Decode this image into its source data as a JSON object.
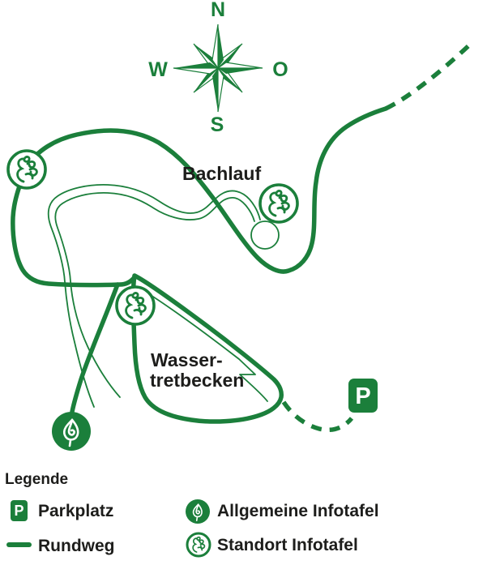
{
  "map": {
    "compass": {
      "north": "N",
      "east": "O",
      "south": "S",
      "west": "W"
    },
    "labels": {
      "stream": "Bachlauf",
      "basin_line1": "Wasser-",
      "basin_line2": "tretbecken"
    },
    "parking_letter": "P",
    "colors": {
      "trail_green": "#1B7F3B",
      "label_black": "#1D1D1B",
      "icon_text_white": "#FFFFFF"
    }
  },
  "legend": {
    "title": "Legende",
    "items": [
      {
        "id": "parkplatz",
        "label": "Parkplatz"
      },
      {
        "id": "rundweg",
        "label": "Rundweg"
      },
      {
        "id": "allgemeine-infotafel",
        "label": "Allgemeine Infotafel"
      },
      {
        "id": "standort-infotafel",
        "label": "Standort Infotafel"
      }
    ]
  }
}
